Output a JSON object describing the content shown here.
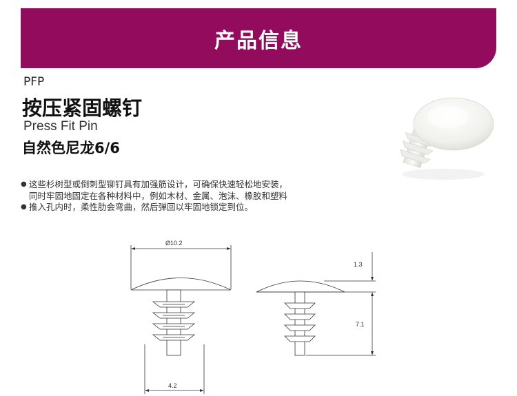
{
  "banner": {
    "title": "产品信息",
    "color": "#930b5c"
  },
  "product": {
    "code": "PFP",
    "name_cn": "按压紧固螺钉",
    "name_en": "Press Fit Pin",
    "material": "自然色尼龙6/6"
  },
  "bullets": [
    {
      "lines": [
        "这些杉树型或倒刺型铆钉具有加强筋设计，可确保快速轻松地安装，",
        "同时牢固地固定在各种材料中，例如木材、金属、泡沫、橡胶和塑料"
      ]
    },
    {
      "lines": [
        "推入孔内时，柔性肋会弯曲，然后弹回以牢固地锁定到位。"
      ]
    }
  ],
  "drawing": {
    "head_diameter": "Ø10.2",
    "shank_width": "4.2",
    "head_height": "1.3",
    "shank_length": "7.1"
  },
  "photo": {
    "description_icon": "pin-photo-icon"
  }
}
